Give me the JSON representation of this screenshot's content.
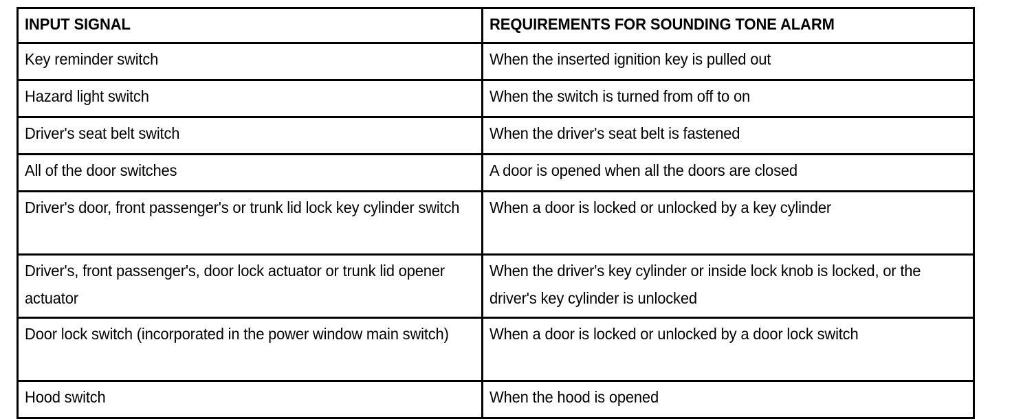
{
  "document": {
    "type": "scanned-table",
    "background_color": "#ffffff",
    "text_color": "#000000",
    "border_color": "#000000"
  },
  "table": {
    "columns": [
      {
        "key": "input_signal",
        "header": "INPUT SIGNAL"
      },
      {
        "key": "requirements",
        "header": "REQUIREMENTS FOR SOUNDING TONE ALARM"
      }
    ],
    "rows": [
      {
        "input_signal": "Key reminder switch",
        "requirements": "When the inserted ignition key is pulled out"
      },
      {
        "input_signal": "Hazard light switch",
        "requirements": "When the switch is turned from off to on"
      },
      {
        "input_signal": "Driver's seat belt switch",
        "requirements": "When the driver's seat belt is fastened"
      },
      {
        "input_signal": "All of the door switches",
        "requirements": "A door is opened when all the doors are closed"
      },
      {
        "input_signal": "Driver's door, front passenger's or trunk lid lock key cylinder switch",
        "requirements": "When a door is locked or unlocked by a key cylinder"
      },
      {
        "input_signal": "Driver's, front passenger's, door lock actuator or trunk lid opener actuator",
        "requirements": "When the driver's key cylinder or inside lock knob is locked, or the driver's key cylinder is unlocked"
      },
      {
        "input_signal": "Door lock switch (incorporated in the power window main switch)",
        "requirements": "When a door is locked or unlocked by a door lock switch"
      },
      {
        "input_signal": "Hood switch",
        "requirements": "When the hood is opened"
      }
    ]
  }
}
